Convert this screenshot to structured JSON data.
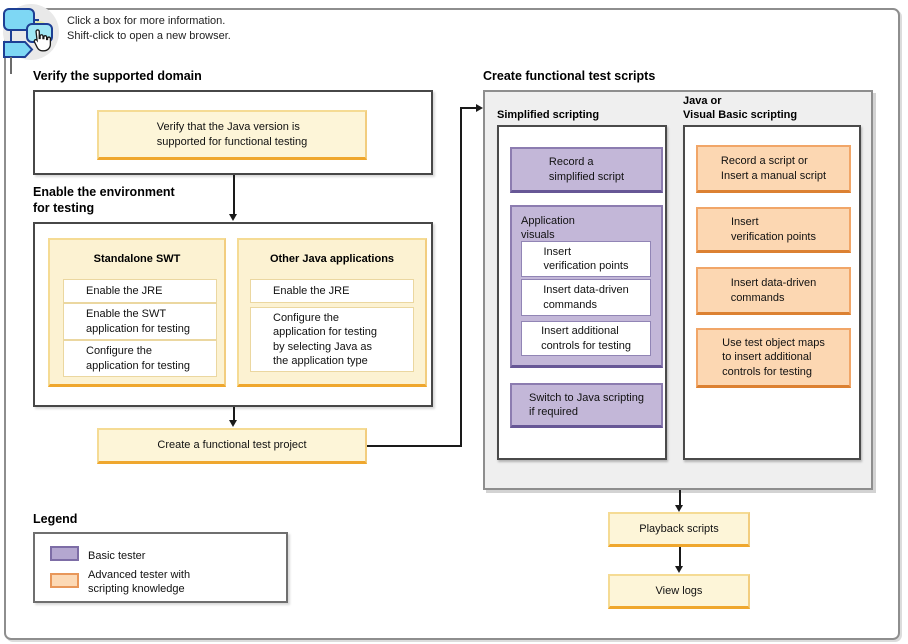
{
  "instructions": {
    "text": "Click a box for more information.\nShift-click to open a new browser."
  },
  "verify": {
    "heading": "Verify the supported domain",
    "box": "Verify that the Java version is\nsupported for functional testing"
  },
  "enable": {
    "heading": "Enable the environment\nfor testing",
    "groups": [
      {
        "title": "Standalone SWT",
        "items": [
          "Enable the JRE",
          "Enable the SWT\napplication for testing",
          "Configure the\napplication for testing"
        ]
      },
      {
        "title": "Other Java applications",
        "items": [
          "Enable the JRE",
          "Configure the\napplication for testing\nby selecting Java as\nthe application type"
        ]
      }
    ]
  },
  "create_project": {
    "label": "Create a functional test project"
  },
  "scripts": {
    "heading": "Create functional test scripts",
    "simplified": {
      "label": "Simplified scripting",
      "record_box": "Record a\nsimplified script",
      "group_label": "Application\nvisuals",
      "group_items": [
        "Insert\nverification points",
        "Insert data-driven\ncommands",
        "Insert additional\ncontrols for testing"
      ],
      "switch_box": "Switch to Java scripting\nif required"
    },
    "java": {
      "label": "Java or\nVisual Basic scripting",
      "boxes": [
        "Record a script or\nInsert a manual script",
        "Insert\nverification points",
        "Insert data-driven\ncommands",
        "Use test object maps\nto insert additional\ncontrols for testing"
      ]
    }
  },
  "playback": {
    "label": "Playback scripts"
  },
  "view_logs": {
    "label": "View logs"
  },
  "legend": {
    "heading": "Legend",
    "items": [
      {
        "label": "Basic tester",
        "color": "#B4A7D0"
      },
      {
        "label": "Advanced tester with\nscripting knowledge",
        "color": "#FCD9B5"
      }
    ]
  },
  "colors": {
    "step_yellow_fill": "#FDF5D8",
    "step_yellow_border": "#EFA72E",
    "basic_purple_fill": "#C3B7D8",
    "basic_purple_border": "#675796",
    "advanced_orange_fill": "#FCD7B2",
    "advanced_orange_border": "#DC8132",
    "panel_gray": "#EFEFEF"
  }
}
